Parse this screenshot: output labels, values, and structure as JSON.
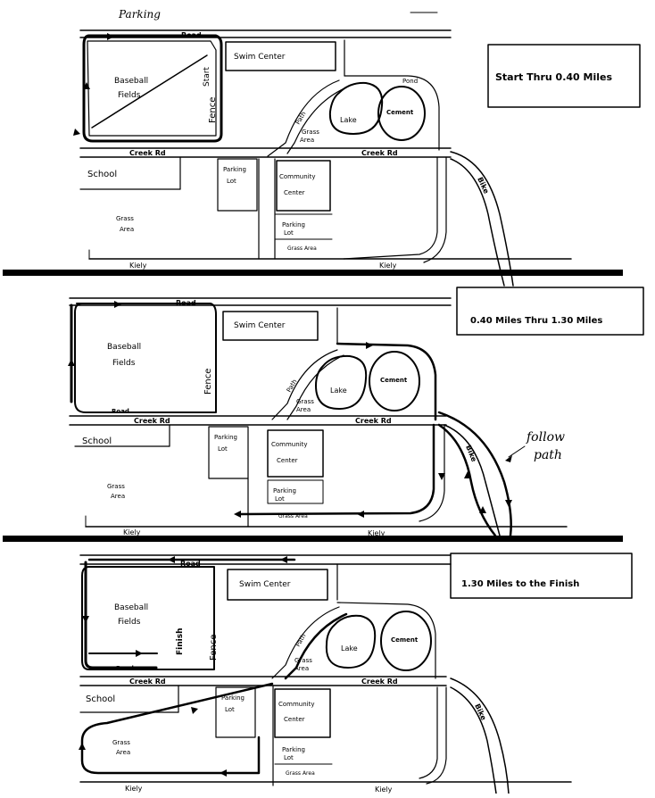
{
  "header": {
    "parking_label": "Parking"
  },
  "panels": [
    {
      "title": "Start Thru 0.40 Miles",
      "road": "Road",
      "fence": "Fence",
      "start": "Start",
      "baseball": [
        "Baseball",
        "Fields"
      ],
      "swim": "Swim Center",
      "lake": "Lake",
      "cement": "Cement",
      "pond": "Pond",
      "grass_area_small": [
        "Grass",
        "Area"
      ],
      "creek_rd": "Creek Rd",
      "creek_rd2": "Creek Rd",
      "path": "Path",
      "school": "School",
      "parking_lot": [
        "Parking",
        "Lot"
      ],
      "community": [
        "Community",
        "Center"
      ],
      "grass_area": [
        "Grass",
        "Area"
      ],
      "parking_lot2": [
        "Parking",
        "Lot"
      ],
      "grass_area2": "Grass Area",
      "bike": "Bike",
      "road_bottom": "Kiely",
      "road_bottom2": "Kiely"
    },
    {
      "title": "0.40 Miles Thru 1.30 Miles",
      "road": "Road",
      "fence": "Fence",
      "baseball": [
        "Baseball",
        "Fields"
      ],
      "swim": "Swim Center",
      "lake": "Lake",
      "cement": "Cement",
      "grass_area_small": [
        "Grass",
        "Area"
      ],
      "creek_rd": "Creek Rd",
      "creek_rd2": "Creek Rd",
      "path": "Path",
      "school": "School",
      "parking_lot": [
        "Parking",
        "Lot"
      ],
      "community": [
        "Community",
        "Center"
      ],
      "grass_area": [
        "Grass",
        "Area"
      ],
      "parking_lot2": [
        "Parking",
        "Lot"
      ],
      "grass_area2": "Grass Area",
      "bike": "Bike",
      "road_bottom": "Kiely",
      "road_bottom2": "Kiely",
      "follow_note": [
        "follow",
        "path"
      ]
    },
    {
      "title": "1.30 Miles to the Finish",
      "road": "Road",
      "fence": "Fence",
      "finish": "Finish",
      "baseball": [
        "Baseball",
        "Fields"
      ],
      "swim": "Swim Center",
      "lake": "Lake",
      "cement": "Cement",
      "grass_area_small": [
        "Grass",
        "Area"
      ],
      "creek_rd": "Creek Rd",
      "creek_rd2": "Creek Rd",
      "path": "Path",
      "school": "School",
      "parking_lot": [
        "Parking",
        "Lot"
      ],
      "community": [
        "Community",
        "Center"
      ],
      "grass_area": [
        "Grass",
        "Area"
      ],
      "parking_lot2": [
        "Parking",
        "Lot"
      ],
      "grass_area2": "Grass Area",
      "bike": "Bike",
      "road_bottom": "Kiely",
      "road_bottom2": "Kiely"
    }
  ],
  "route_color": "#000000"
}
